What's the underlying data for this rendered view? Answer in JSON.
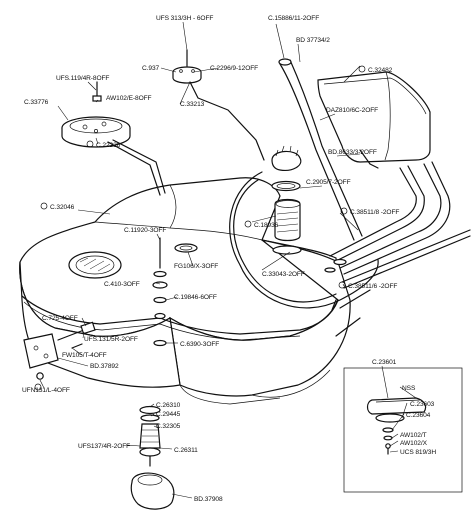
{
  "labels": {
    "ufs313_3h": "UFS 313/3H - 6OFF",
    "c15886": "C.15886/11-2OFF",
    "bd37734": "BD 37734/2",
    "c937": "C.937",
    "c2296": "C.2296/9-12OFF",
    "c32482": "C.32482",
    "ufs119": "UFS.119/4R-8OFF",
    "aw102e": "AW102/E-8OFF",
    "c33776": "C.33776",
    "c33213": "C.33213",
    "daz": "DAZ810/6C-2OFF",
    "c22226": "C.22226",
    "bd8633": "BD.8633/3-2OFF",
    "c2905": "C.2905/7-2OFF",
    "c32046": "C.32046",
    "c18936": "C.18936",
    "c38511_8": "C.38511/8 -2OFF",
    "c11920": "C.11920-3OFF",
    "fg106": "FG106/X-3OFF",
    "c33043": "C.33043-2OFF",
    "c410": "C.410-3OFF",
    "c19846": "C.19846-6OFF",
    "c38511_6": "C.38511/6 -2OFF",
    "c725": "C.725-4OFF",
    "ufs131": "UFS.131/5R-2OFF",
    "c6390": "C.6390-3OFF",
    "fw105": "FW105/T-4OFF",
    "bd37892": "BD.37892",
    "c23601": "C.23601",
    "ufn131": "UFN131/L-4OFF",
    "nss": "NSS",
    "c23603": "C.23603",
    "c23604": "C.23604",
    "c26310": "C.26310",
    "c29445": "C.29445",
    "c32305": "C.32305",
    "aw102t": "AW102/T",
    "aw102x": "AW102/X",
    "ucs819": "UCS 819/3H",
    "ufs137": "UFS137/4R-2OFF",
    "c26311": "C.26311",
    "bd37908": "BD.37908"
  }
}
